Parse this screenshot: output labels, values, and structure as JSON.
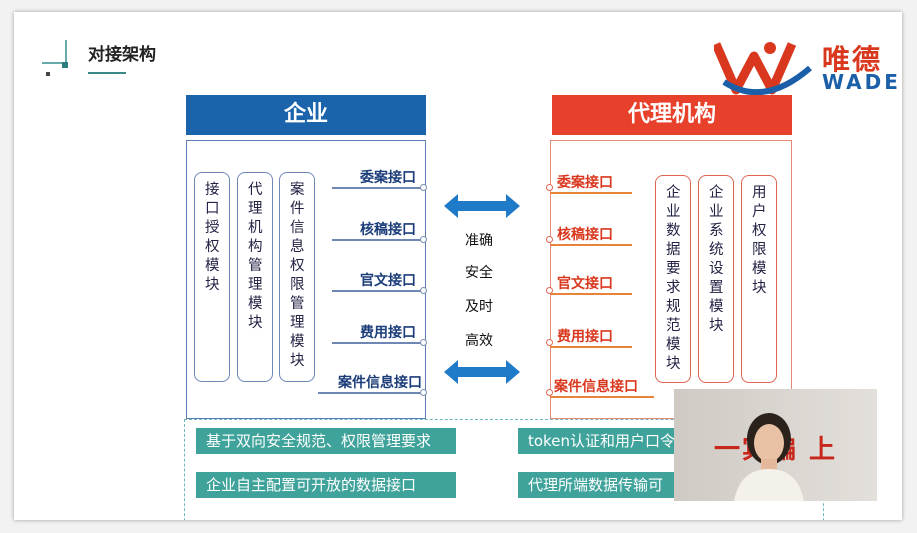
{
  "slide": {
    "title": "对接架构"
  },
  "logo": {
    "cn_text": "唯德",
    "en_text": "WADE"
  },
  "enterprise": {
    "header": "企业",
    "modules": [
      "接口授权模块",
      "代理机构管理模块",
      "案件信息权限管理模块"
    ],
    "interfaces": [
      "委案接口",
      "核稿接口",
      "官文接口",
      "费用接口",
      "案件信息接口"
    ]
  },
  "agency": {
    "header": "代理机构",
    "interfaces": [
      "委案接口",
      "核稿接口",
      "官文接口",
      "费用接口",
      "案件信息接口"
    ],
    "modules": [
      "企业数据要求规范模块",
      "企业系统设置模块",
      "用户权限模块"
    ]
  },
  "middle": {
    "words": [
      "准确",
      "安全",
      "及时",
      "高效"
    ]
  },
  "bottom_bars": [
    "基于双向安全规范、权限管理要求",
    "token认证和用户口令",
    "企业自主配置可开放的数据接口",
    "代理所端数据传输可"
  ],
  "video": {
    "bg_text": "一宾骗 上"
  },
  "colors": {
    "enterprise_blue": "#1b64ac",
    "agency_red": "#e8412b",
    "bar_teal": "#3fa39b"
  }
}
